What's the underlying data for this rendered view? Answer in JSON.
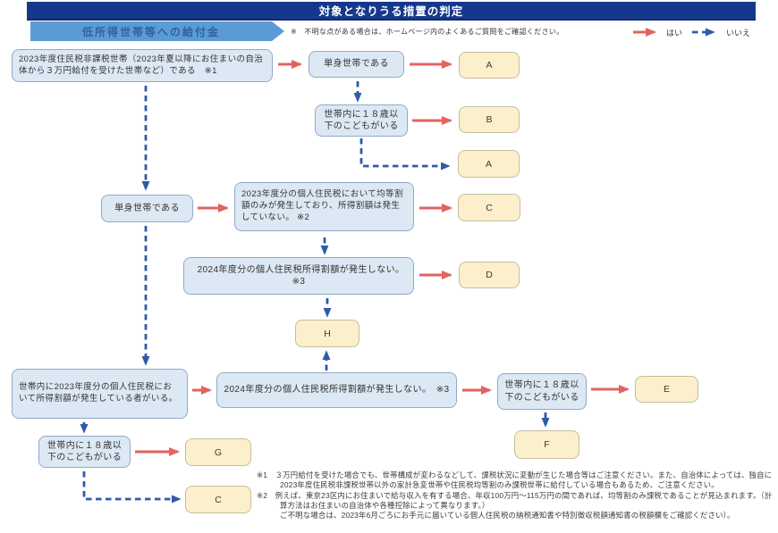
{
  "page": {
    "title": "対象となりうる措置の判定",
    "banner": "低所得世帯等への給付金",
    "top_note": "※　不明な点がある場合は、ホームページ内のよくあるご質問をご確認ください。"
  },
  "legend": {
    "yes": "はい",
    "no": "いいえ"
  },
  "flow": {
    "q1": "2023年度住民税非課税世帯（2023年夏以降にお住まいの自治体から３万円給付を受けた世帯など）である　※1",
    "q2": "単身世帯である",
    "q3": "世帯内に１８歳以下のこどもがいる",
    "q4": "単身世帯である",
    "q5": "2023年度分の個人住民税において均等割額のみが発生しており、所得割額は発生していない。 ※2",
    "q6": "2024年度分の個人住民税所得割額が発生しない。　※3",
    "q7": "世帯内に2023年度分の個人住民税において所得割額が発生している者がいる。",
    "q8": "2024年度分の個人住民税所得割額が発生しない。　※3",
    "q9": "世帯内に１８歳以下のこどもがいる",
    "q10": "世帯内に１８歳以下のこどもがいる"
  },
  "results": {
    "r_a1": "A",
    "r_b": "B",
    "r_a2": "A",
    "r_c1": "C",
    "r_d": "D",
    "r_h": "H",
    "r_e": "E",
    "r_f": "F",
    "r_g": "G",
    "r_c2": "C"
  },
  "notes": {
    "note1": "※1　３万円給付を受けた場合でも、世帯構成が変わるなどして、課税状況に変動が生じた場合等はご注意ください。また、自治体によっては、独自に2023年度住民税非課税世帯以外の家計急変世帯や住民税均等割のみ課税世帯に給付している場合もあるため、ご注意ください。",
    "note2": "※2　例えば、東京23区内にお住まいで給与収入を有する場合、年収100万円～115万円の間であれば、均等割のみ課税であることが見込まれます。（計算方法はお住まいの自治体や各種控除によって異なります。）",
    "note3": "ご不明な場合は、2023年6月ごろにお手元に届いている個人住民税の納税通知書や特別徴収税額通知書の税額欄をご確認ください）。"
  },
  "colors": {
    "header_bg": "#16388c",
    "banner_bg": "#5b9bd5",
    "banner_text": "#31619b",
    "question_fill": "#dce8f4",
    "question_border": "#93a9c7",
    "result_fill": "#fbf0cb",
    "result_border": "#c5bd9e",
    "yes_arrow": "#e2635f",
    "no_arrow": "#2f5ba8"
  }
}
